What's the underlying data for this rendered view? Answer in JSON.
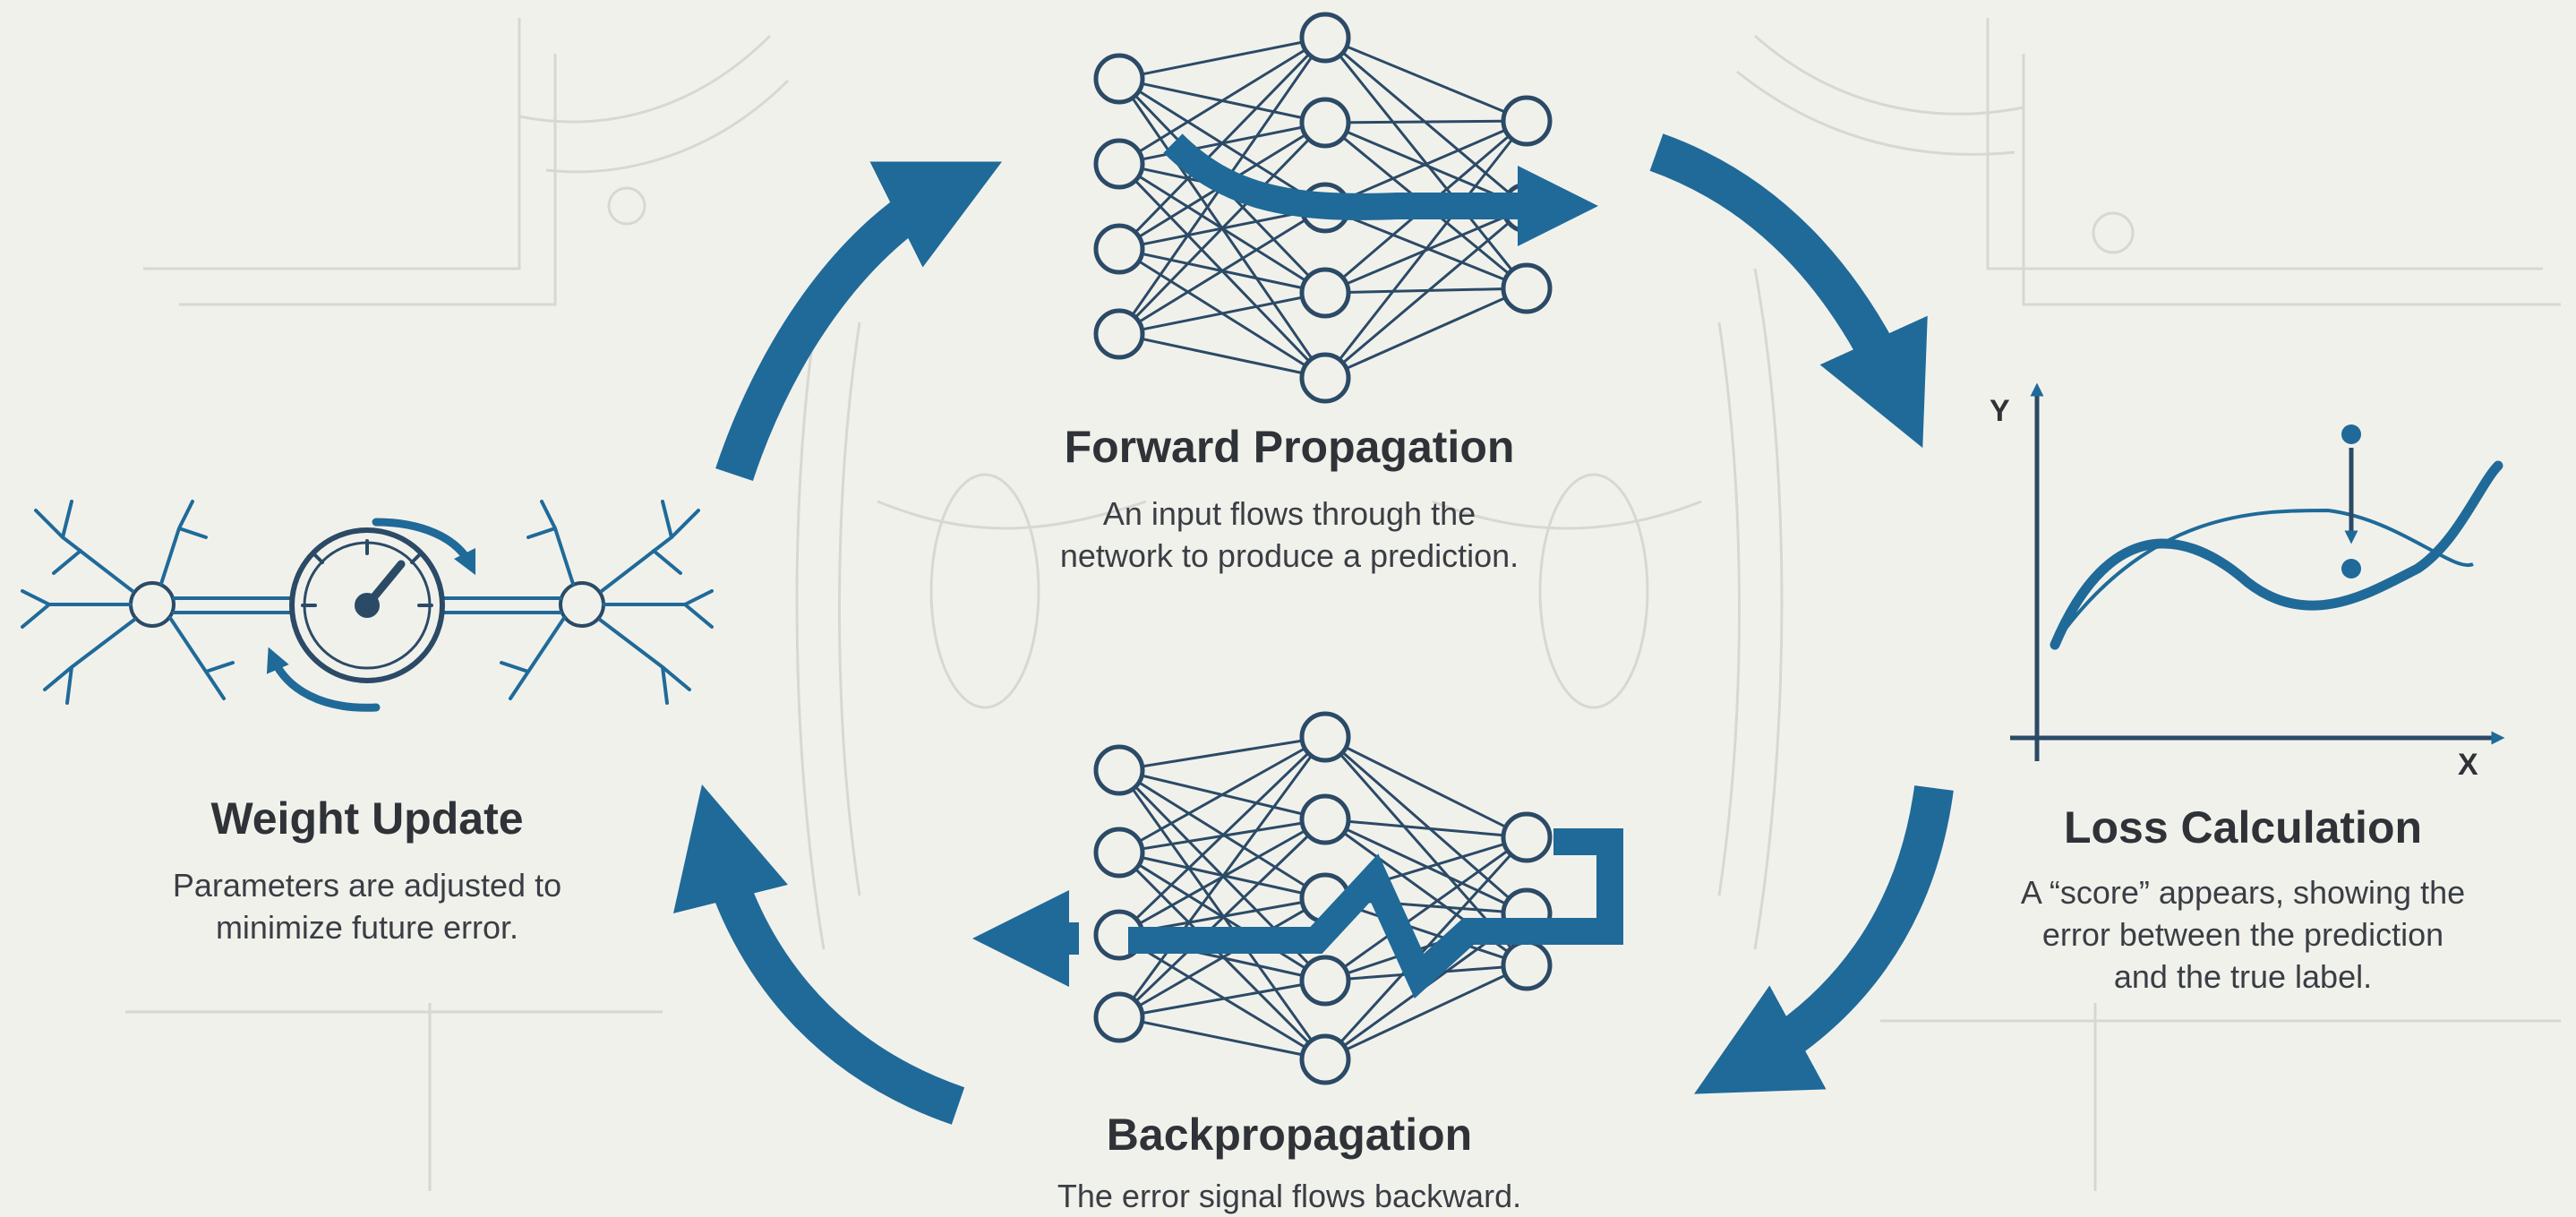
{
  "stages": {
    "forward": {
      "title": "Forward Propagation",
      "line1": "An input flows through the",
      "line2": "network to produce a prediction."
    },
    "loss": {
      "title": "Loss Calculation",
      "line1": "A “score” appears, showing the",
      "line2": "error between the prediction",
      "line3": "and the true label."
    },
    "backprop": {
      "title": "Backpropagation",
      "line1": "The error signal flows backward."
    },
    "weight": {
      "title": "Weight Update",
      "line1": "Parameters are adjusted to",
      "line2": "minimize future error."
    }
  },
  "plot": {
    "y_label": "Y",
    "x_label": "X"
  },
  "icons": {
    "forward": "neural-network-icon",
    "backprop": "neural-network-icon",
    "loss": "loss-plot-icon",
    "weight": "neuron-dial-icon",
    "cycle": "cycle-arrow-icon"
  },
  "colors": {
    "accent": "#1f6a99",
    "ink": "#2b4a66",
    "text": "#2f3338",
    "background": "#f1f1ec",
    "sketch": "#d8d8d0"
  }
}
